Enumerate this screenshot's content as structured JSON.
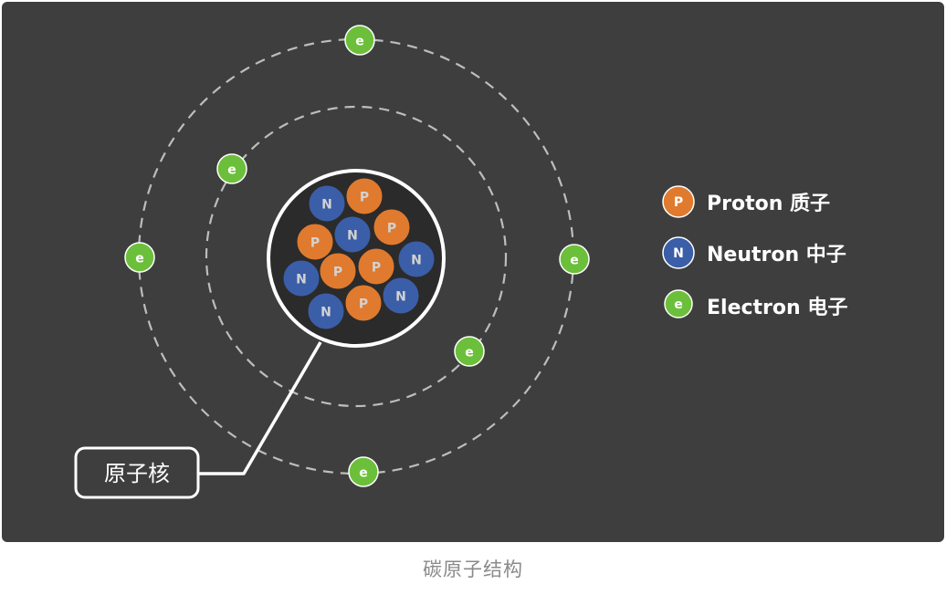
{
  "colors": {
    "background": "#3e3e3e",
    "proton": "#e07a2e",
    "neutron": "#3b5ea8",
    "electron": "#6cbf3a",
    "orbit": "#bdbdbd",
    "nucleus_bg": "#2b2b2b"
  },
  "particle_labels": {
    "proton": "P",
    "neutron": "N",
    "electron": "e"
  },
  "legend": [
    {
      "symbol": "P",
      "text": "Proton 质子",
      "kind": "proton"
    },
    {
      "symbol": "N",
      "text": "Neutron 中子",
      "kind": "neutron"
    },
    {
      "symbol": "e",
      "text": "Electron 电子",
      "kind": "electron"
    }
  ],
  "callout": {
    "label": "原子核"
  },
  "caption": "碳原子结构"
}
